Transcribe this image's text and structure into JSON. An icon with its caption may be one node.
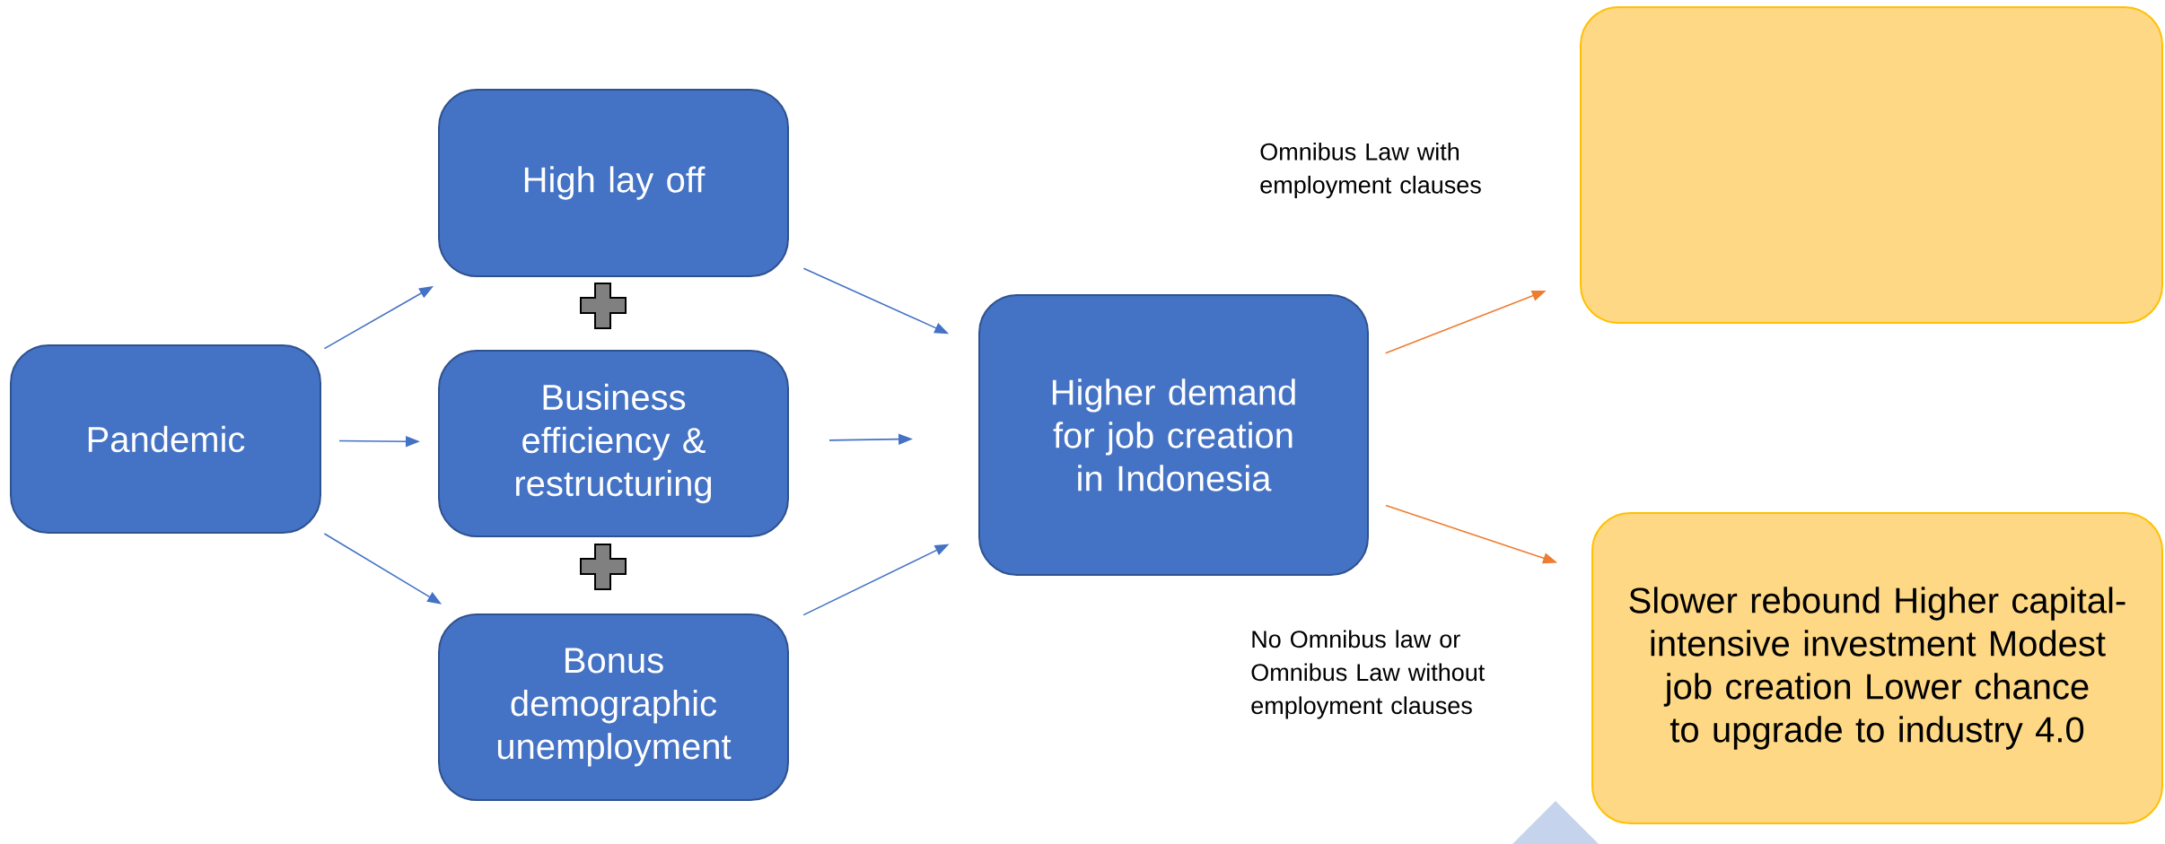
{
  "diagram": {
    "nodes": [
      {
        "text": [
          "Pandemic"
        ]
      },
      {
        "text": [
          "High lay off"
        ]
      },
      {
        "text": [
          "Business efficiency & restructuring"
        ]
      },
      {
        "text": [
          "Bonus demographic unemployment"
        ]
      },
      {
        "text": [
          "Higher demand for job creation in Indonesia"
        ]
      },
      {
        "text": [],
        "shape": "box"
      },
      {
        "text": [
          "Slower rebound Higher capital-intensive investment Modest job creation Lower chance to upgrade to industry 4.0"
        ]
      }
    ],
    "edges": [
      {
        "from": 0,
        "to": 1,
        "arrow": "to"
      },
      {
        "from": 0,
        "to": 2,
        "arrow": "to"
      },
      {
        "from": 0,
        "to": 3,
        "arrow": "to"
      },
      {
        "from": 1,
        "to": 4,
        "arrow": "to"
      },
      {
        "from": 2,
        "to": 4,
        "arrow": "to"
      },
      {
        "from": 3,
        "to": 4,
        "arrow": "to"
      },
      {
        "from": 4,
        "to": 5,
        "arrow": "to",
        "label": "Omnibus Law with employment clauses",
        "color": "#ed7d31"
      },
      {
        "from": 4,
        "to": 6,
        "arrow": "to",
        "label": "No Omnibus law or Omnibus Law without employment clauses",
        "color": "#ed7d31"
      }
    ]
  }
}
